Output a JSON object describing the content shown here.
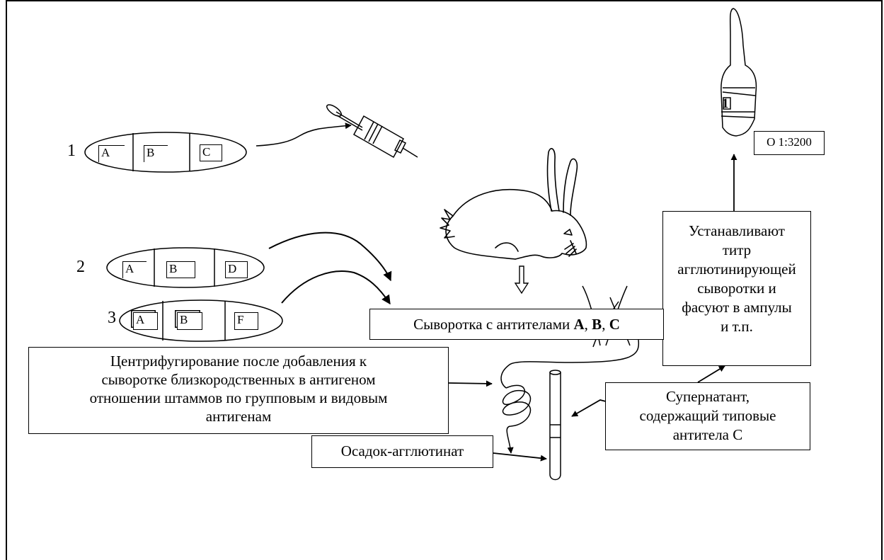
{
  "strains": [
    {
      "number": "1",
      "antigens": [
        "A",
        "B",
        "C"
      ]
    },
    {
      "number": "2",
      "antigens": [
        "A",
        "B",
        "D"
      ]
    },
    {
      "number": "3",
      "antigens": [
        "A",
        "B",
        "F"
      ]
    }
  ],
  "ampule": {
    "number": "1",
    "titer": "O 1:3200"
  },
  "serum": {
    "prefix": "Сыворотка с антителами ",
    "ab1": "A",
    "sep1": ", ",
    "ab2": "B",
    "sep2": ", ",
    "ab3": "C"
  },
  "titer_box": {
    "lines": [
      "Устанавливают",
      "титр",
      "агглютинирующей",
      "сыворотки и",
      "фасуют в ампулы",
      "и т.п."
    ]
  },
  "centrifuge_box": {
    "lines": [
      "Центрифугирование после добавления к",
      "сыворотке близкородственных в антигеном",
      "отношении штаммов по групповым и видовым",
      "антигенам"
    ]
  },
  "supernatant_box": {
    "lines": [
      "Супернатант,",
      "содержащий типовые",
      "антитела С"
    ]
  },
  "sediment_box": {
    "label": "Осадок-агглютинат"
  }
}
